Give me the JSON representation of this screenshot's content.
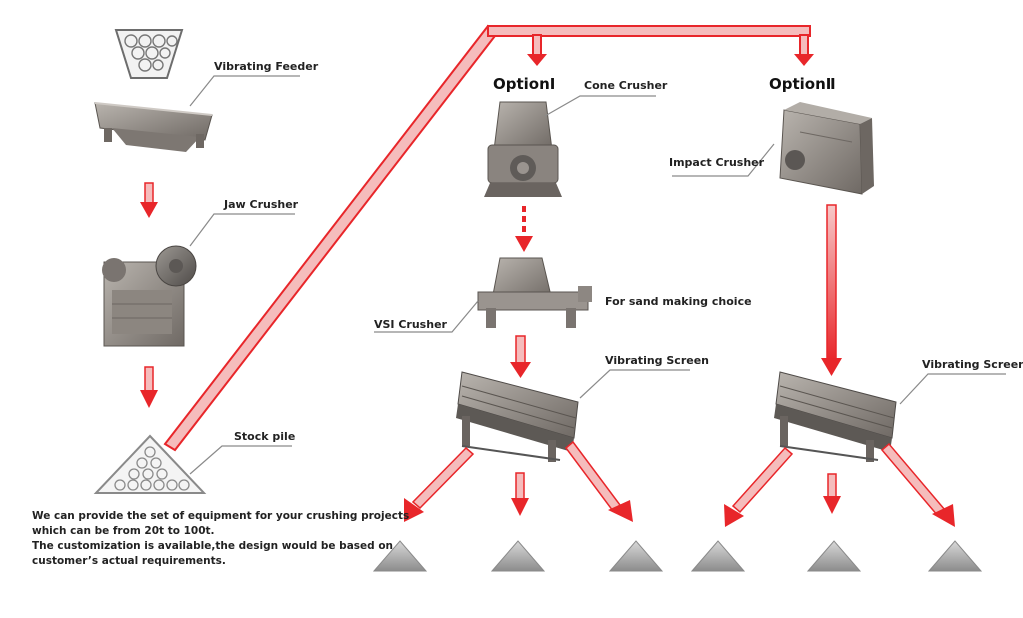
{
  "labels": {
    "vibrating_feeder": "Vibrating Feeder",
    "jaw_crusher": "Jaw Crusher",
    "stock_pile": "Stock pile",
    "option_one": "OptionⅠ",
    "option_two": "OptionⅡ",
    "cone_crusher": "Cone Crusher",
    "impact_crusher": "Impact Crusher",
    "vsi_crusher": "VSI Crusher",
    "sand_making": "For sand making choice",
    "vibrating_screen_left": "Vibrating Screen",
    "vibrating_screen_right": "Vibrating Screen"
  },
  "note": {
    "line1": "We can provide the set of equipment for your crushing projects",
    "line2": "which can be from 20t to 100t.",
    "line3": "The customization is available,the design would be based on",
    "line4": "customer’s actual requirements."
  },
  "colors": {
    "flow_arrow": "#e8262a",
    "machine": "#8a8480",
    "pile": "#9a9a9a"
  }
}
